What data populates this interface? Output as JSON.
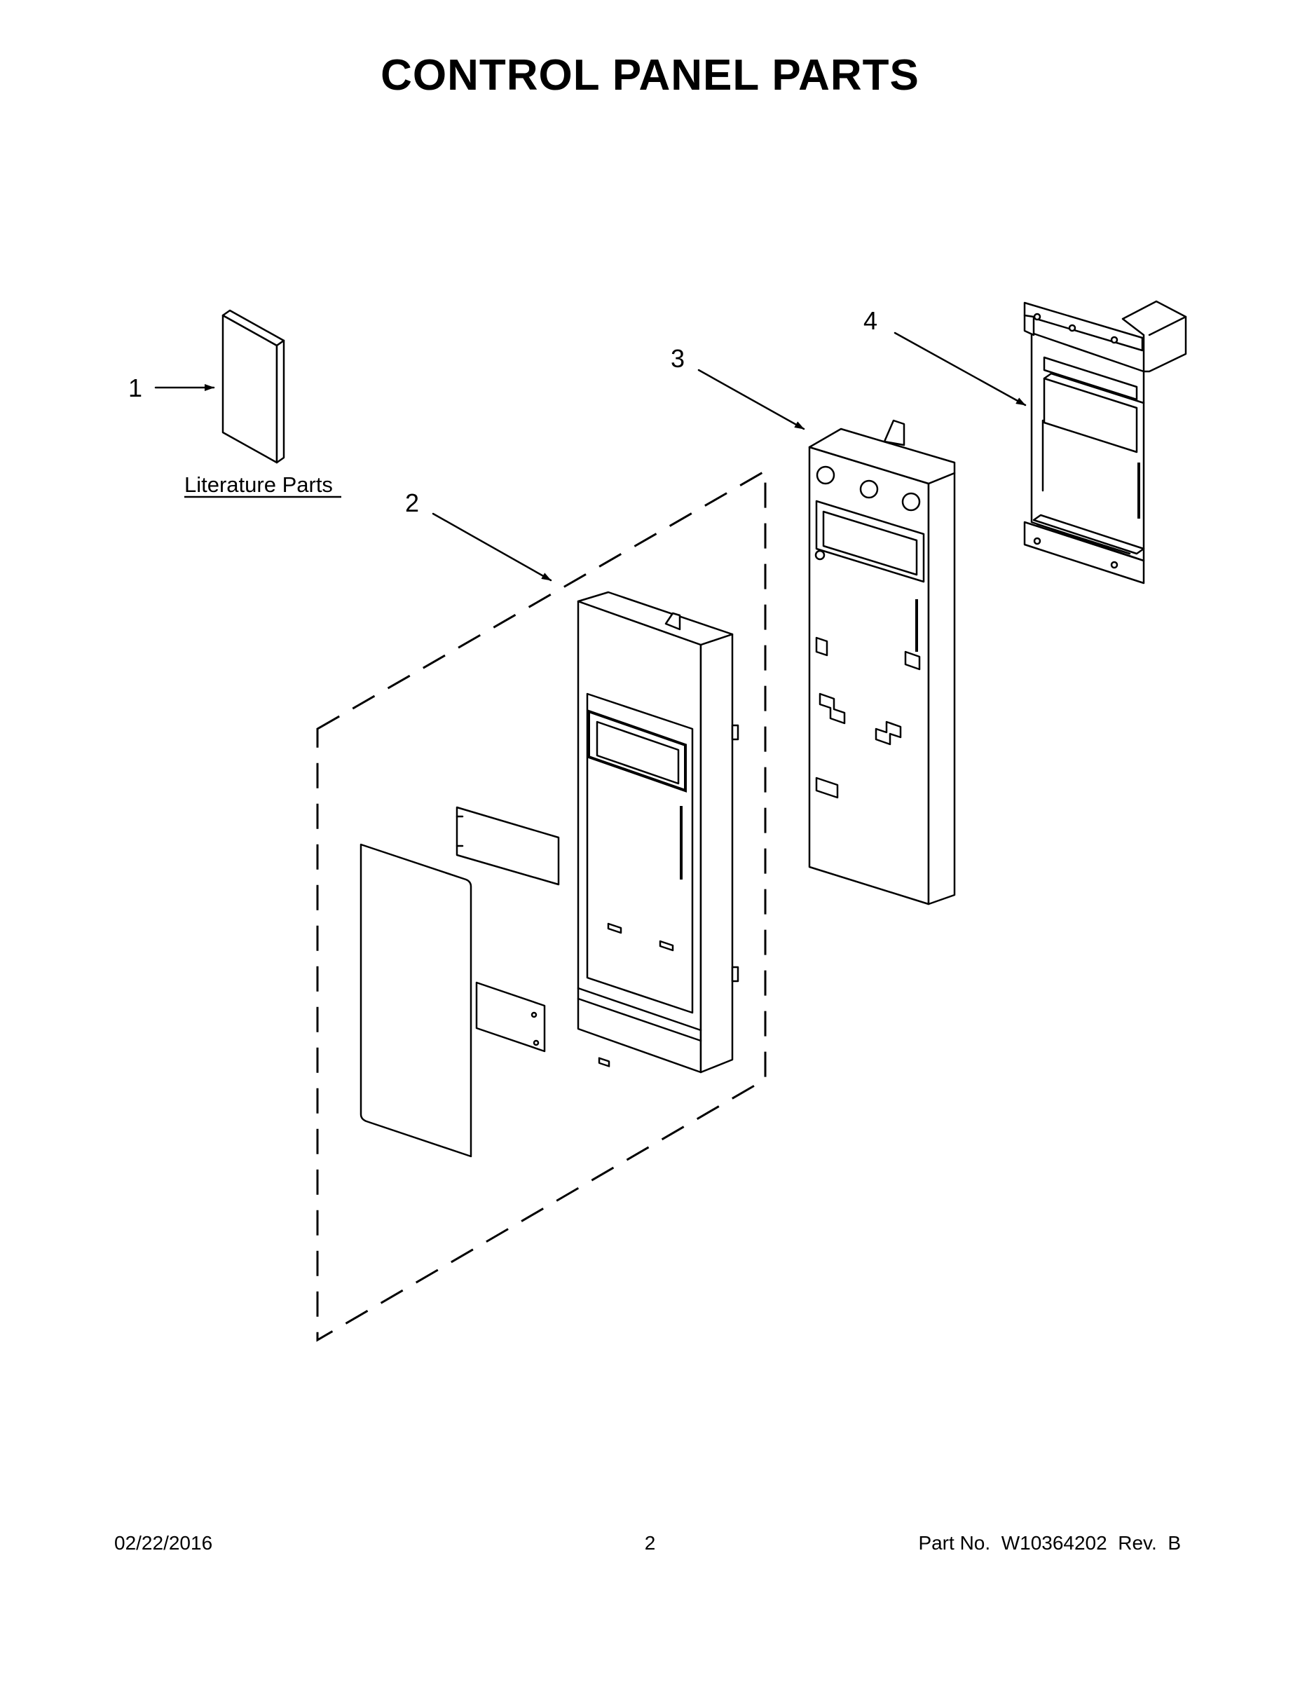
{
  "page": {
    "title": "CONTROL PANEL PARTS"
  },
  "callouts": {
    "c1": "1",
    "c2": "2",
    "c3": "3",
    "c4": "4",
    "literature": "Literature Parts"
  },
  "footer": {
    "date": "02/22/2016",
    "page_number": "2",
    "part_no": "Part No.  W10364202  Rev.  B"
  }
}
